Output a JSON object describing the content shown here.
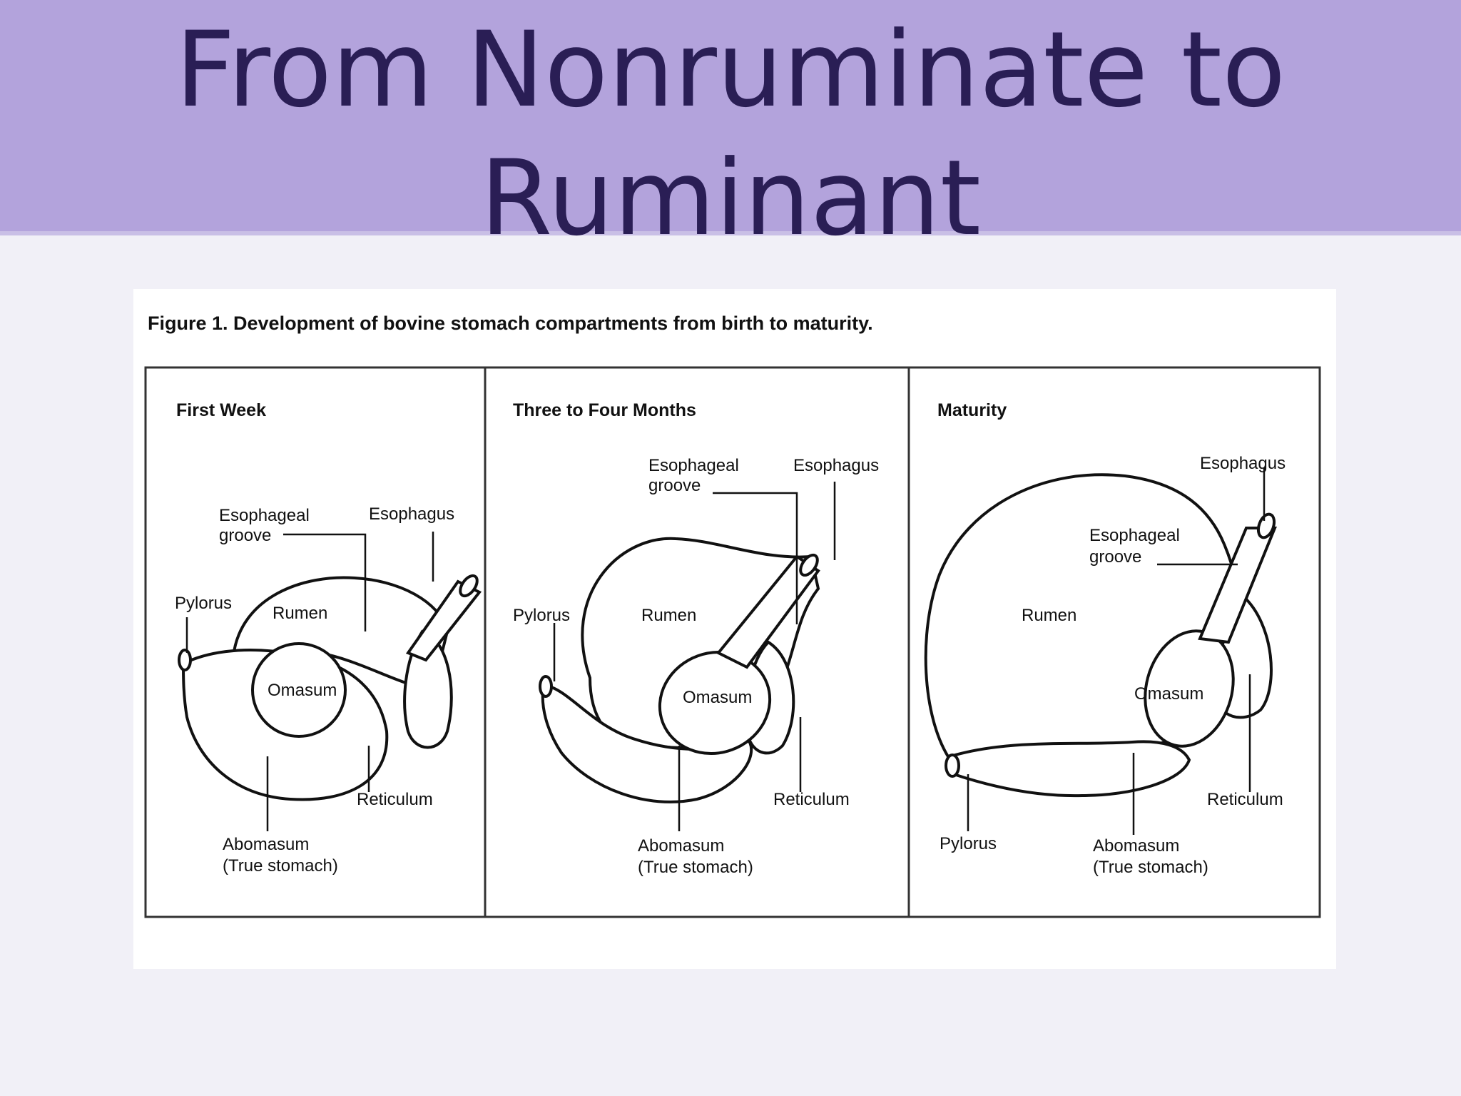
{
  "slide": {
    "title_line1": "From Nonruminate to",
    "title_line2": "Ruminant",
    "accent_color": "#b3a3dc",
    "title_color": "#2a1e55"
  },
  "figure": {
    "caption": "Figure 1. Development of bovine stomach compartments from birth to maturity.",
    "panels": [
      {
        "heading": "First Week",
        "labels": {
          "esophageal_groove_1": "Esophageal",
          "esophageal_groove_2": "groove",
          "esophagus": "Esophagus",
          "pylorus": "Pylorus",
          "rumen": "Rumen",
          "omasum": "Omasum",
          "reticulum": "Reticulum",
          "abomasum_1": "Abomasum",
          "abomasum_2": "(True stomach)"
        }
      },
      {
        "heading": "Three to Four Months",
        "labels": {
          "esophageal_groove_1": "Esophageal",
          "esophageal_groove_2": "groove",
          "esophagus": "Esophagus",
          "pylorus": "Pylorus",
          "rumen": "Rumen",
          "omasum": "Omasum",
          "reticulum": "Reticulum",
          "abomasum_1": "Abomasum",
          "abomasum_2": "(True stomach)"
        }
      },
      {
        "heading": "Maturity",
        "labels": {
          "esophageal_groove_1": "Esophageal",
          "esophageal_groove_2": "groove",
          "esophagus": "Esophagus",
          "pylorus": "Pylorus",
          "rumen": "Rumen",
          "omasum": "Omasum",
          "reticulum": "Reticulum",
          "abomasum_1": "Abomasum",
          "abomasum_2": "(True stomach)"
        }
      }
    ]
  }
}
